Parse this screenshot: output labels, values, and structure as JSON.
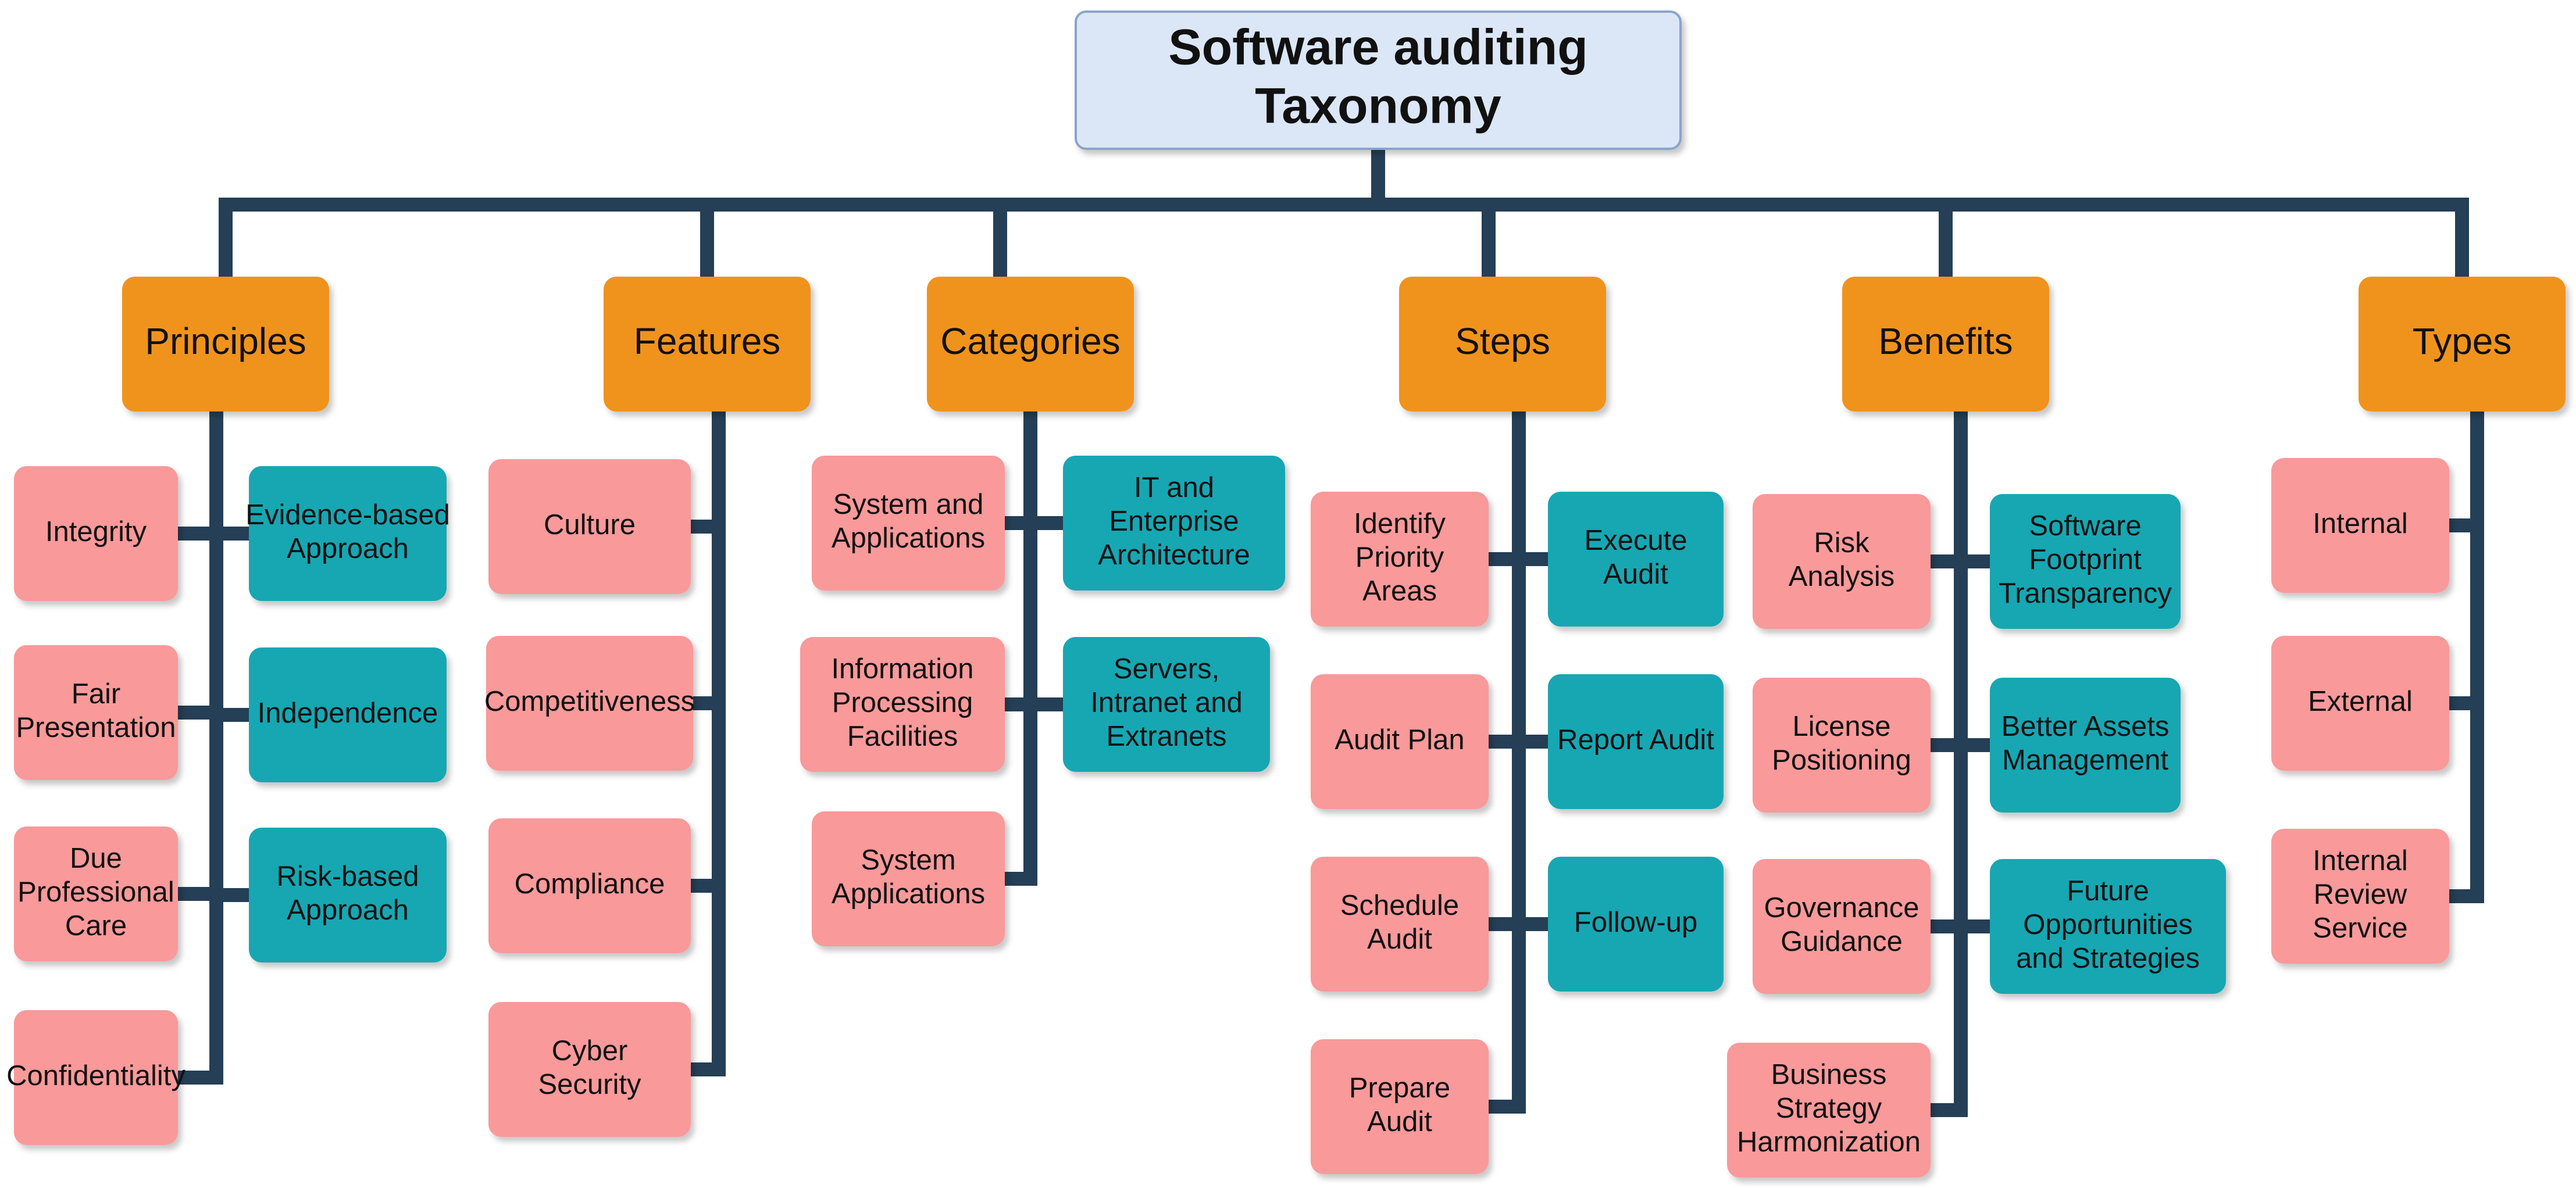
{
  "colors": {
    "root_fill": "#dbe7f7",
    "root_stroke": "#8aa4c8",
    "category_fill": "#f0931e",
    "pink_fill": "#f9999a",
    "teal_fill": "#13a7b3",
    "connector": "#243f56"
  },
  "root": {
    "label": "Software auditing Taxonomy"
  },
  "categories": [
    {
      "label": "Principles",
      "left": [
        "Integrity",
        "Fair Presentation",
        "Due Professional Care",
        "Confidentiality"
      ],
      "right": [
        "Evidence-based Approach",
        "Independence",
        "Risk-based Approach"
      ]
    },
    {
      "label": "Features",
      "left": [
        "Culture",
        "Competitiveness",
        "Compliance",
        "Cyber Security"
      ],
      "right": []
    },
    {
      "label": "Categories",
      "left": [
        "System and Applications",
        "Information Processing Facilities",
        "System Applications"
      ],
      "right": [
        "IT and Enterprise Architecture",
        "Servers, Intranet and Extranets"
      ]
    },
    {
      "label": "Steps",
      "left": [
        "Identify Priority Areas",
        "Audit Plan",
        "Schedule Audit",
        "Prepare Audit"
      ],
      "right": [
        "Execute Audit",
        "Report Audit",
        "Follow-up"
      ]
    },
    {
      "label": "Benefits",
      "left": [
        "Risk Analysis",
        "License Positioning",
        "Governance Guidance",
        "Business Strategy Harmonization"
      ],
      "right": [
        "Software Footprint Transparency",
        "Better Assets Management",
        "Future Opportunities and Strategies"
      ]
    },
    {
      "label": "Types",
      "left": [
        "Internal",
        "External",
        "Internal Review Service"
      ],
      "right": []
    }
  ]
}
